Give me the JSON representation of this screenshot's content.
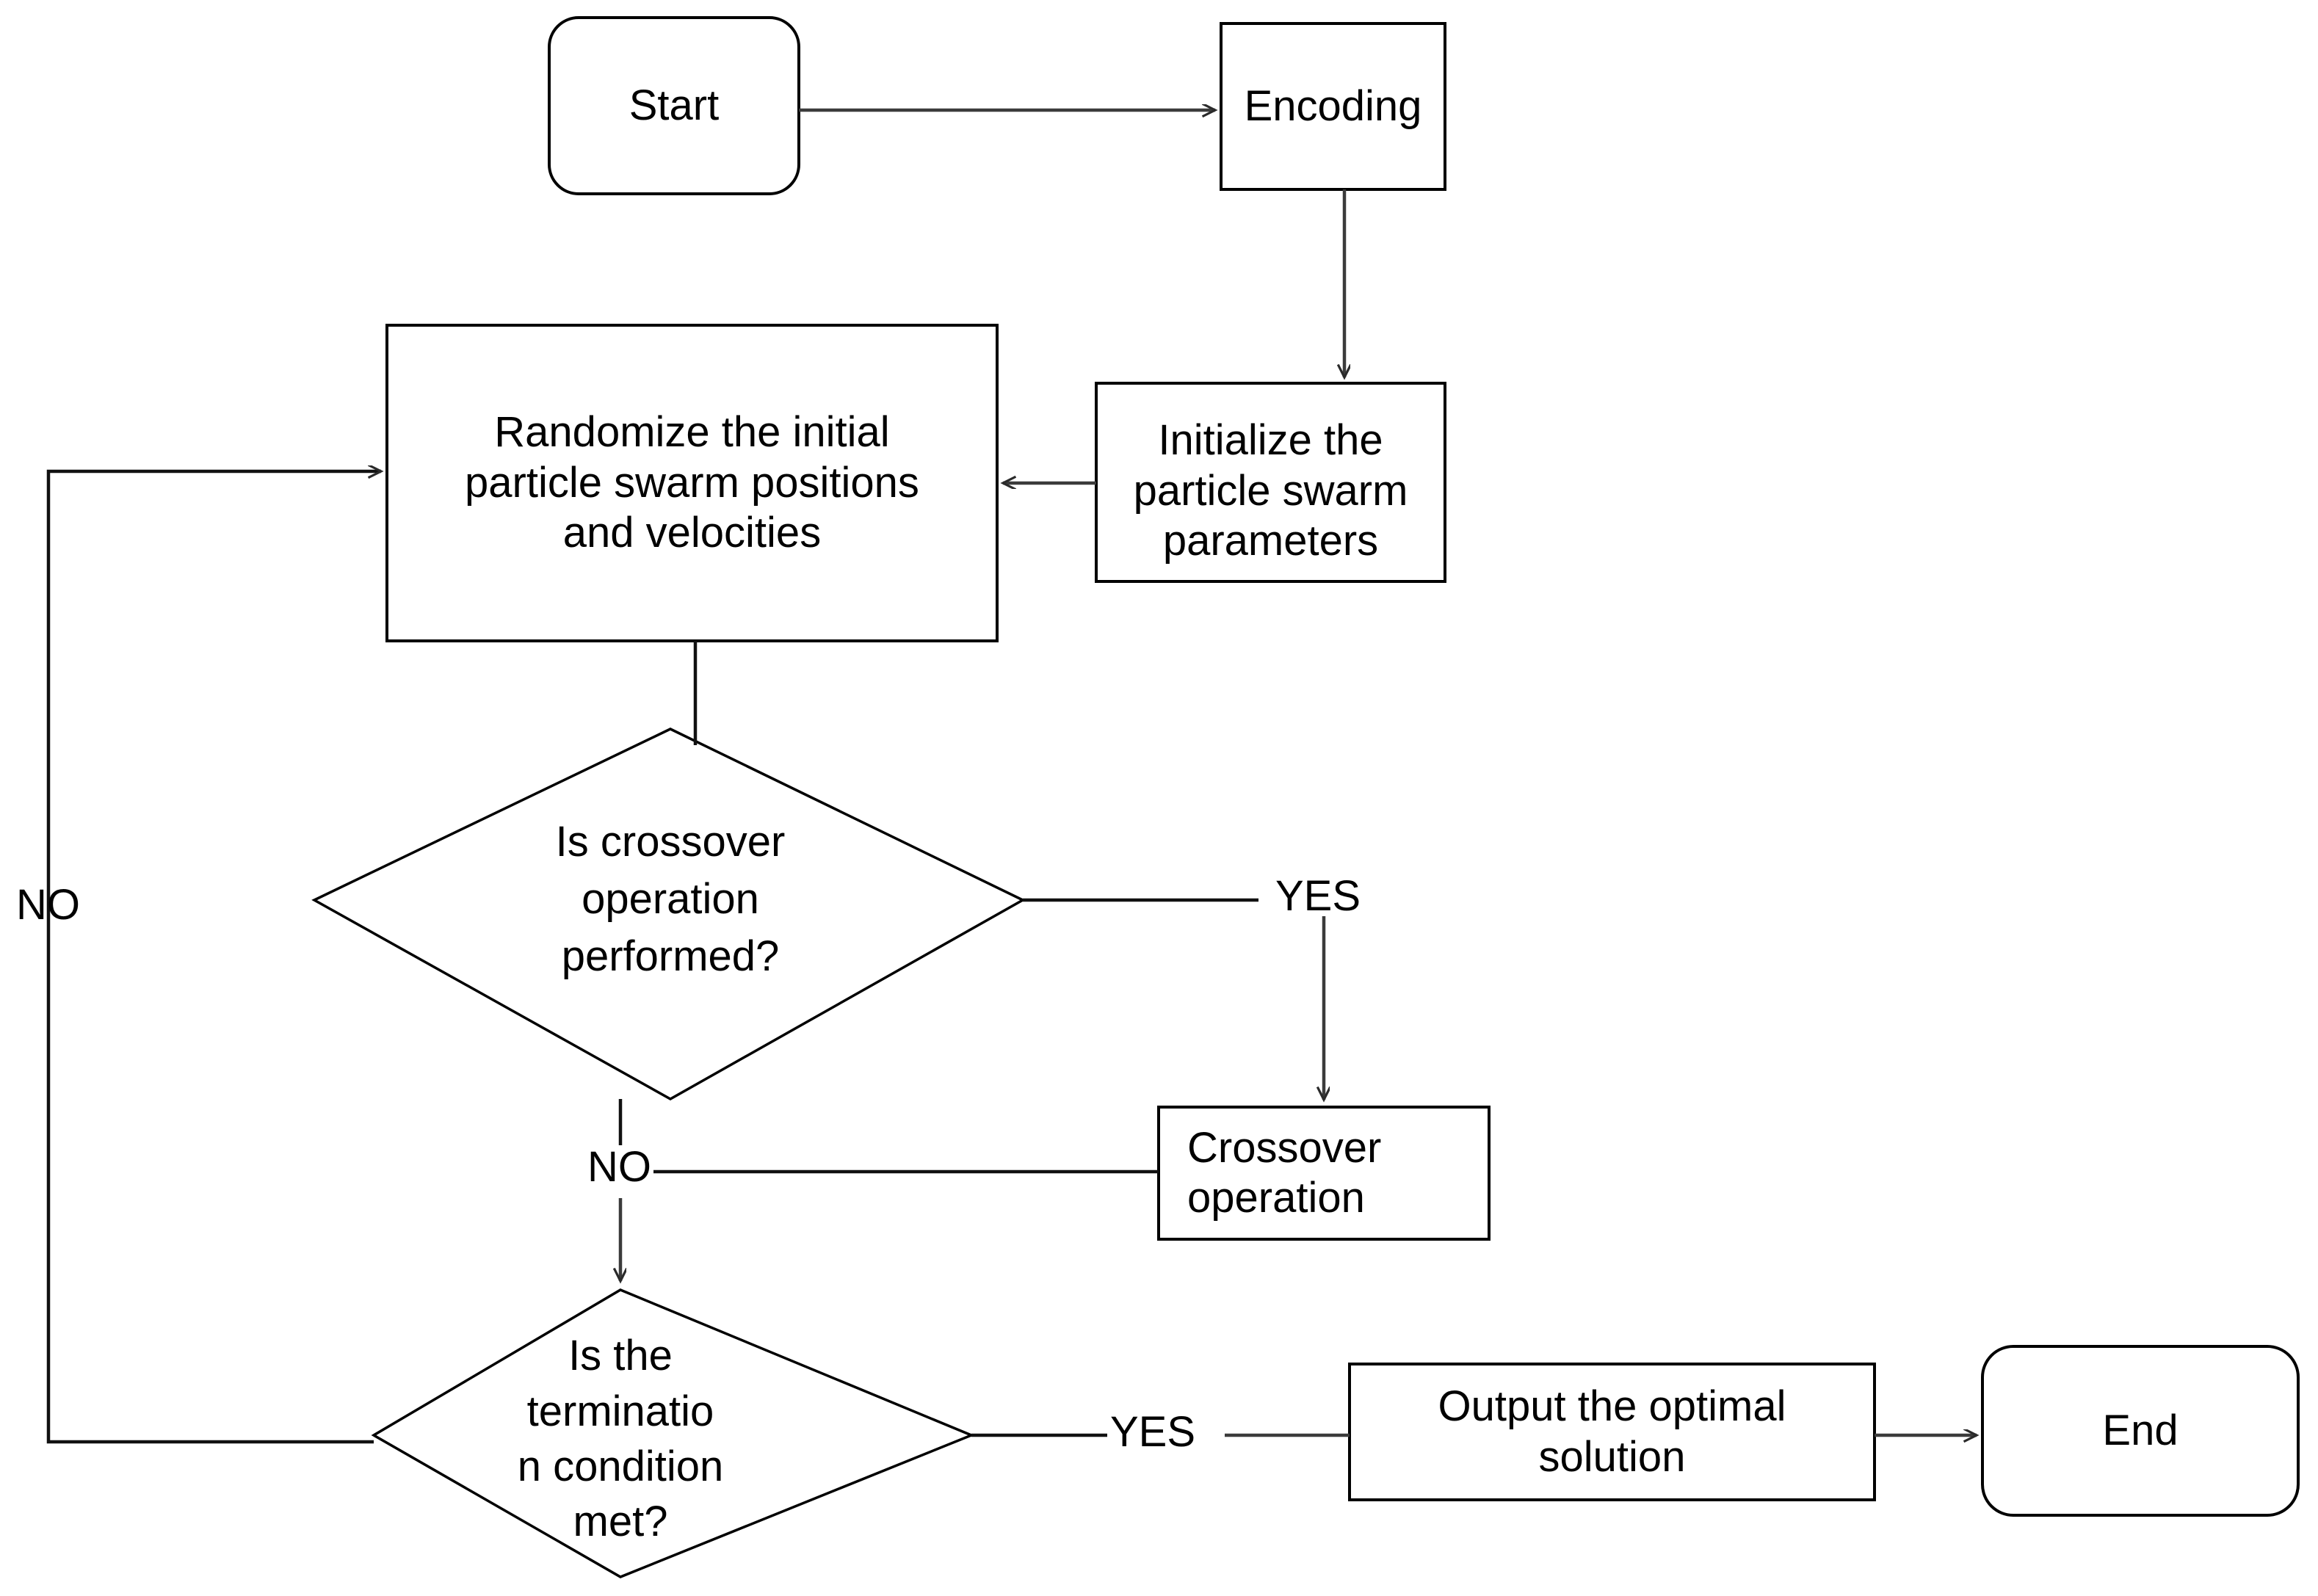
{
  "diagram": {
    "title": "Particle swarm optimization with crossover flowchart",
    "colors": {
      "background": "#ffffff",
      "shape_fill": "#ffffff",
      "shape_stroke": "#000000",
      "connector": "#3b3b3b",
      "text": "#000000"
    },
    "nodes": {
      "start": {
        "label": "Start",
        "shape": "rounded-rectangle"
      },
      "encoding": {
        "label": "Encoding",
        "shape": "rectangle"
      },
      "initialize": {
        "label": "Initialize the\nparticle swarm\nparameters",
        "shape": "rectangle"
      },
      "randomize": {
        "label": "Randomize the initial\nparticle swarm positions\nand velocities",
        "shape": "rectangle"
      },
      "crossover_decision": {
        "label": "Is crossover\noperation\nperformed?",
        "shape": "diamond"
      },
      "crossover_operation": {
        "label": "Crossover\noperation",
        "shape": "rectangle"
      },
      "termination_decision": {
        "label": "Is the\nterminatio\nn condition\nmet?",
        "shape": "diamond"
      },
      "output": {
        "label": "Output the optimal\nsolution",
        "shape": "rectangle"
      },
      "end": {
        "label": "End",
        "shape": "rounded-rectangle"
      }
    },
    "edge_labels": {
      "crossover_yes": "YES",
      "crossover_no": "NO",
      "termination_yes": "YES",
      "termination_no": "NO"
    }
  }
}
